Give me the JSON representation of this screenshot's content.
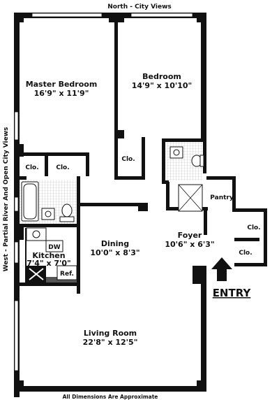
{
  "plan": {
    "north_label": "North - City Views",
    "west_label": "West - Partial River And Open City Views",
    "footer_note": "All Dimensions Are Approximate",
    "entry_label": "ENTRY",
    "rooms": {
      "master_bedroom": {
        "name": "Master Bedroom",
        "dims": "16'9\" x 11'9\""
      },
      "bedroom": {
        "name": "Bedroom",
        "dims": "14'9\" x 10'10\""
      },
      "dining": {
        "name": "Dining",
        "dims": "10'0\" x 8'3\""
      },
      "kitchen": {
        "name": "Kitchen",
        "dims": "7'4\" x 7'0\""
      },
      "foyer": {
        "name": "Foyer",
        "dims": "10'6\" x 6'3\""
      },
      "living_room": {
        "name": "Living Room",
        "dims": "22'8\" x 12'5\""
      }
    },
    "closet_label": "Clo.",
    "pantry_label": "Pantry",
    "dw_label": "DW",
    "ref_label": "Ref."
  }
}
